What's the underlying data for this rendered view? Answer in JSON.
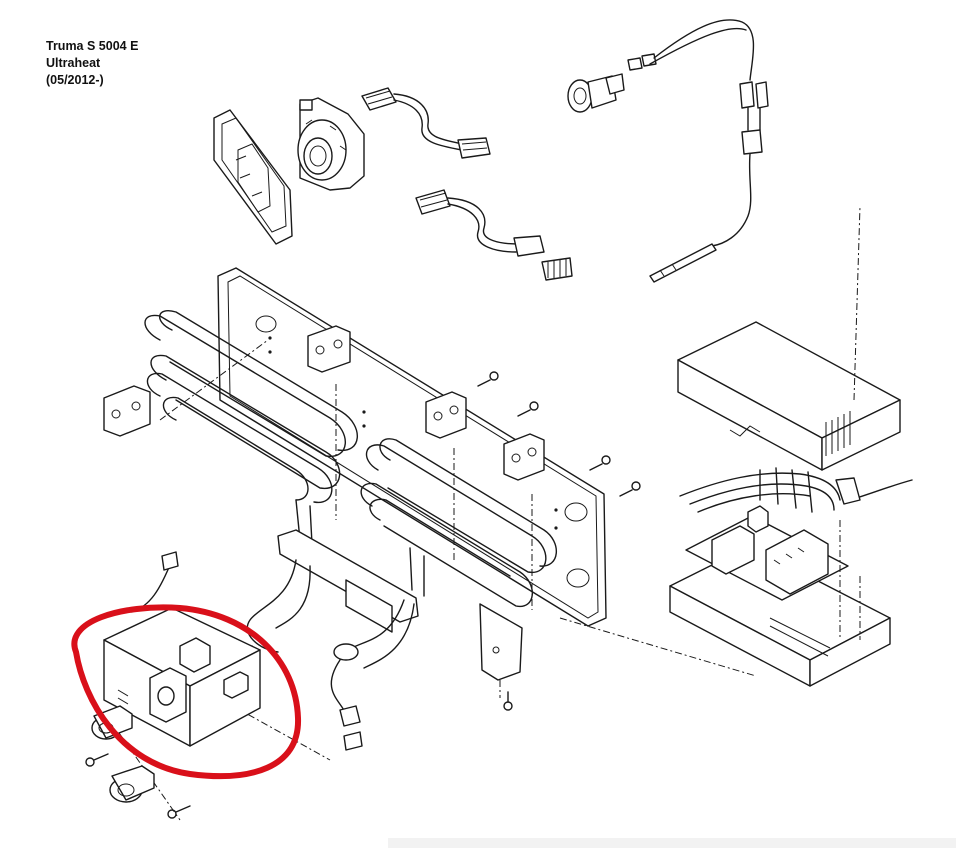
{
  "title": {
    "model": "Truma S 5004 E",
    "variant": "Ultraheat",
    "date_range": "(05/2012-)"
  },
  "colors": {
    "line": "#1a1a1a",
    "highlight": "#d9101a",
    "background": "#ffffff"
  }
}
